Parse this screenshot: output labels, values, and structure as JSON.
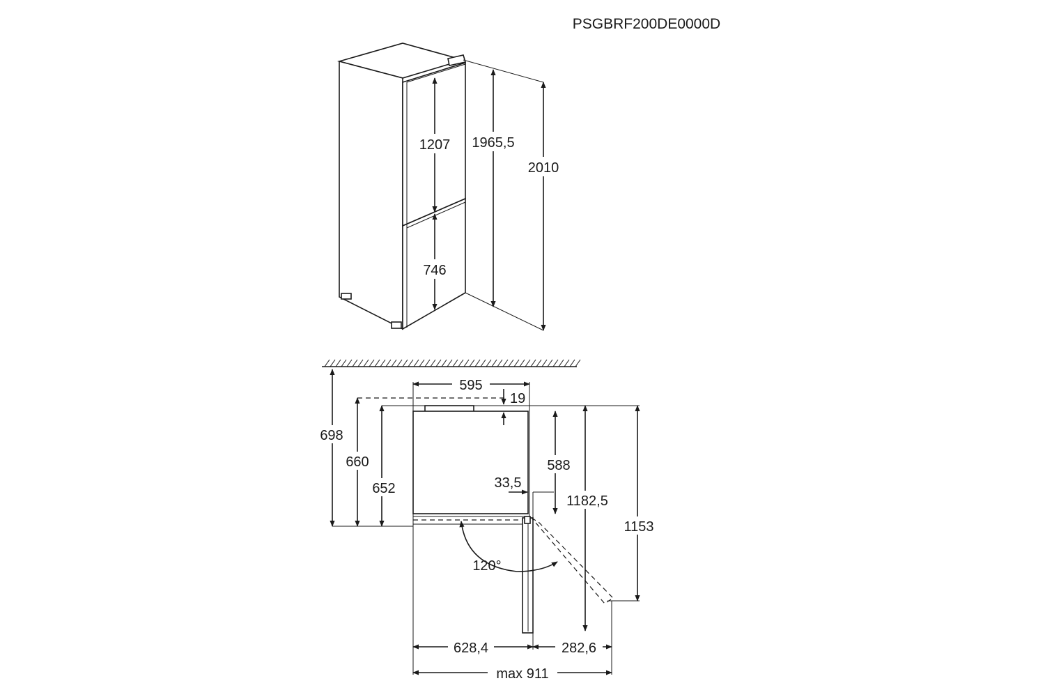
{
  "model_code": "PSGBRF200DE0000D",
  "dimensions_3d": {
    "fridge_door_height": "1207",
    "freezer_door_height": "746",
    "body_height": "1965,5",
    "total_height": "2010"
  },
  "dimensions_plan": {
    "width": "595",
    "wall_gap": "19",
    "depth_with_spacer": "698",
    "depth_660": "660",
    "depth_652": "652",
    "cabinet_depth": "588",
    "door_offset": "33,5",
    "depth_door_open": "1182,5",
    "depth_door_120": "1153",
    "door_angle": "120°",
    "width_door_90": "628,4",
    "door_extension": "282,6",
    "max_width": "max 911"
  }
}
